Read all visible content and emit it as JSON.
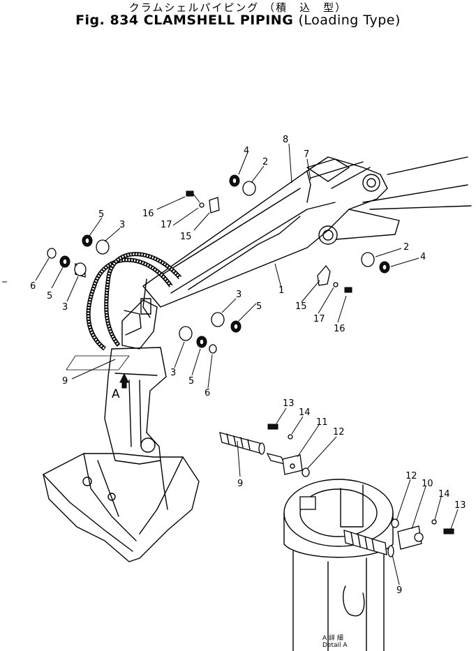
{
  "header": {
    "title_jp": "クラムシェルパイピング",
    "title_en": "Fig. 834 CLAMSHELL PIPING",
    "subtitle_jp": "積　込　型",
    "subtitle_en": "Loading Type"
  },
  "callouts": {
    "c1": "1",
    "c2a": "2",
    "c2b": "2",
    "c3a": "3",
    "c3b": "3",
    "c3c": "3",
    "c3d": "3",
    "c4a": "4",
    "c4b": "4",
    "c5a": "5",
    "c5b": "5",
    "c5c": "5",
    "c5d": "5",
    "c6a": "6",
    "c6b": "6",
    "c7": "7",
    "c8": "8",
    "c9a": "9",
    "c9b": "9",
    "c9c": "9",
    "c10": "10",
    "c11": "11",
    "c12a": "12",
    "c12b": "12",
    "c13a": "13",
    "c13b": "13",
    "c14a": "14",
    "c14b": "14",
    "c15a": "15",
    "c15b": "15",
    "c16a": "16",
    "c16b": "16",
    "c17a": "17",
    "c17b": "17",
    "view_a": "A"
  },
  "detail": {
    "jp": "A 詳 細",
    "en": "Detail A"
  }
}
